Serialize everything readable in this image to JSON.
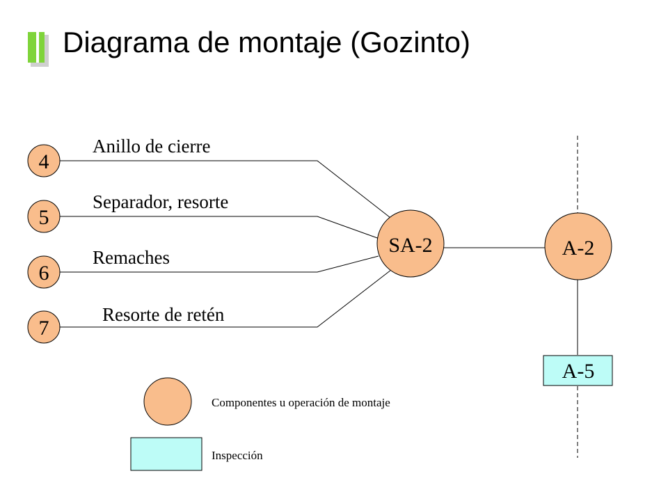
{
  "title": "Diagrama de montaje (Gozinto)",
  "colors": {
    "operation": "#f9bd8c",
    "inspection": "#bdfcf7",
    "stroke": "#000000"
  },
  "components": [
    {
      "number": "4",
      "label": "Anillo de cierre"
    },
    {
      "number": "5",
      "label": "Separador, resorte"
    },
    {
      "number": "6",
      "label": "Remaches"
    },
    {
      "number": "7",
      "label": "Resorte de retén"
    }
  ],
  "subassembly": {
    "label": "SA-2"
  },
  "assembly": {
    "label": "A-2"
  },
  "inspection": {
    "label": "A-5"
  },
  "legend": {
    "operation_label": "Componentes u operación de montaje",
    "inspection_label": "Inspección"
  }
}
